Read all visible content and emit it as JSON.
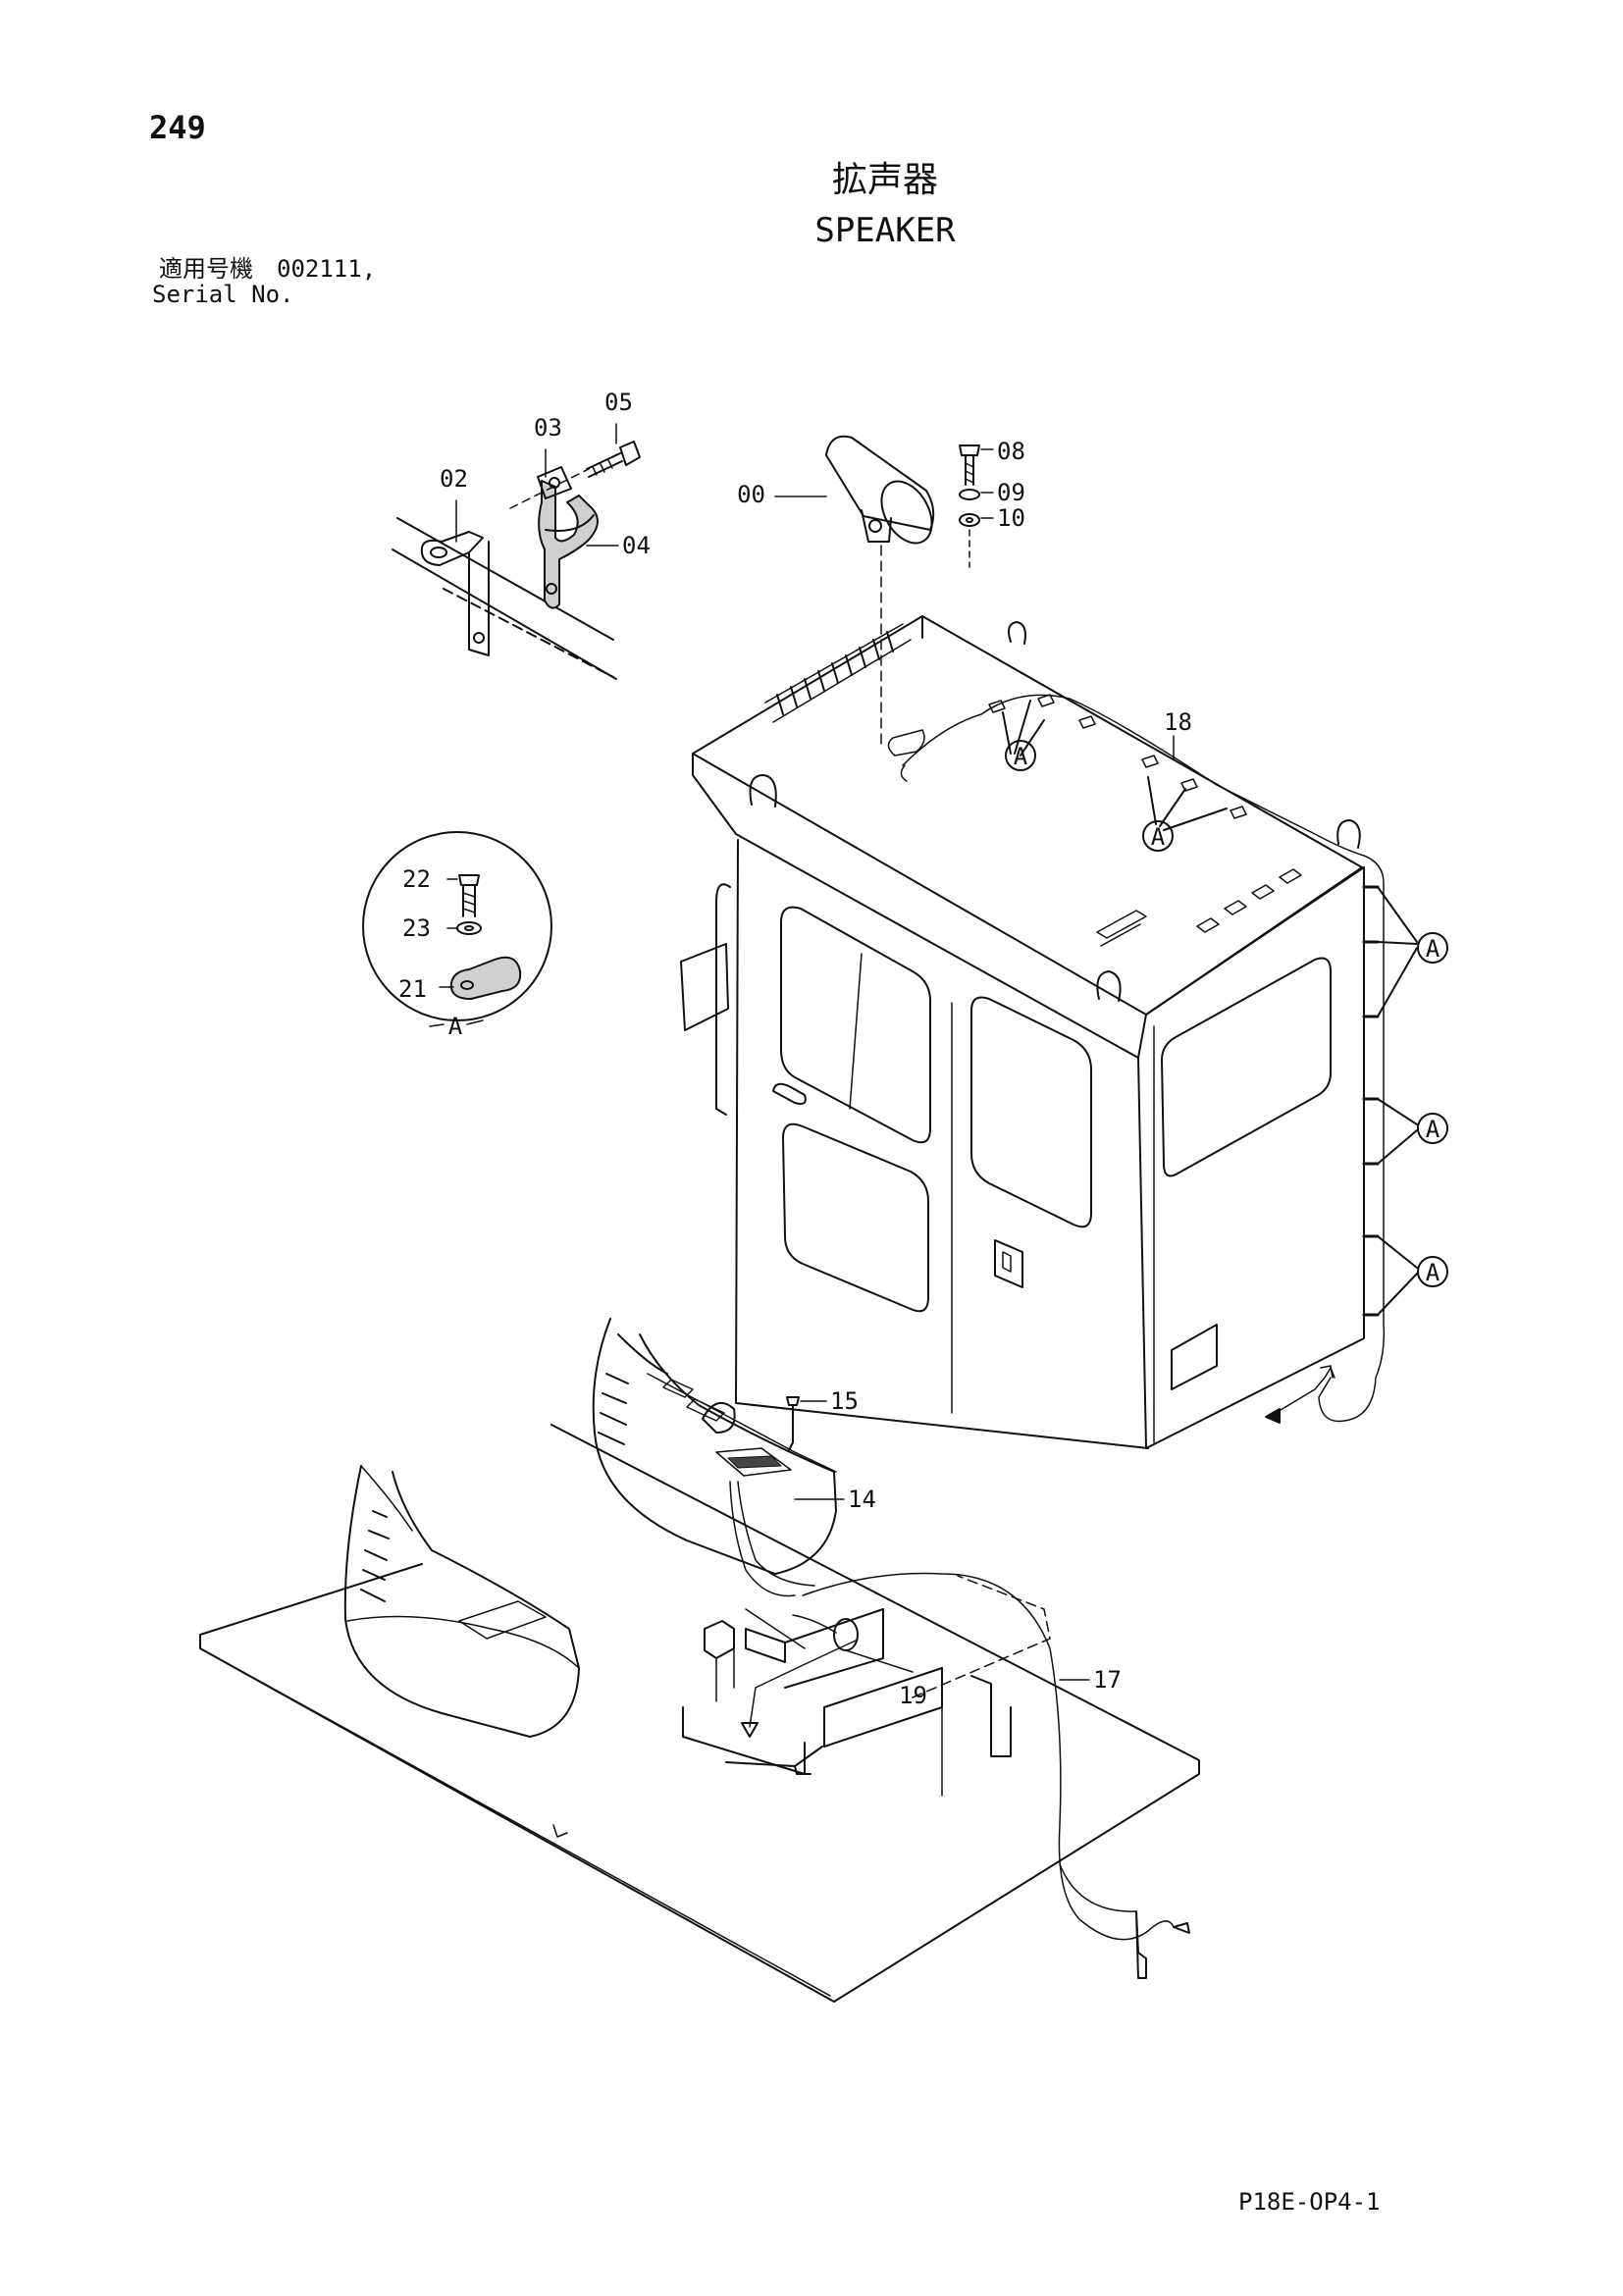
{
  "page_number": "249",
  "title_jp": "拡声器",
  "title_en": "SPEAKER",
  "serial_jp": "適用号機　002111,",
  "serial_en": "Serial No.",
  "footer_code": "P18E-OP4-1",
  "callouts": {
    "c00": "00",
    "c02": "02",
    "c03": "03",
    "c04": "04",
    "c05": "05",
    "c08": "08",
    "c09": "09",
    "c10": "10",
    "c14": "14",
    "c15": "15",
    "c17": "17",
    "c18": "18",
    "c19": "19",
    "c21": "21",
    "c22": "22",
    "c23": "23"
  },
  "detail_label": "A",
  "ref_marker": "A"
}
